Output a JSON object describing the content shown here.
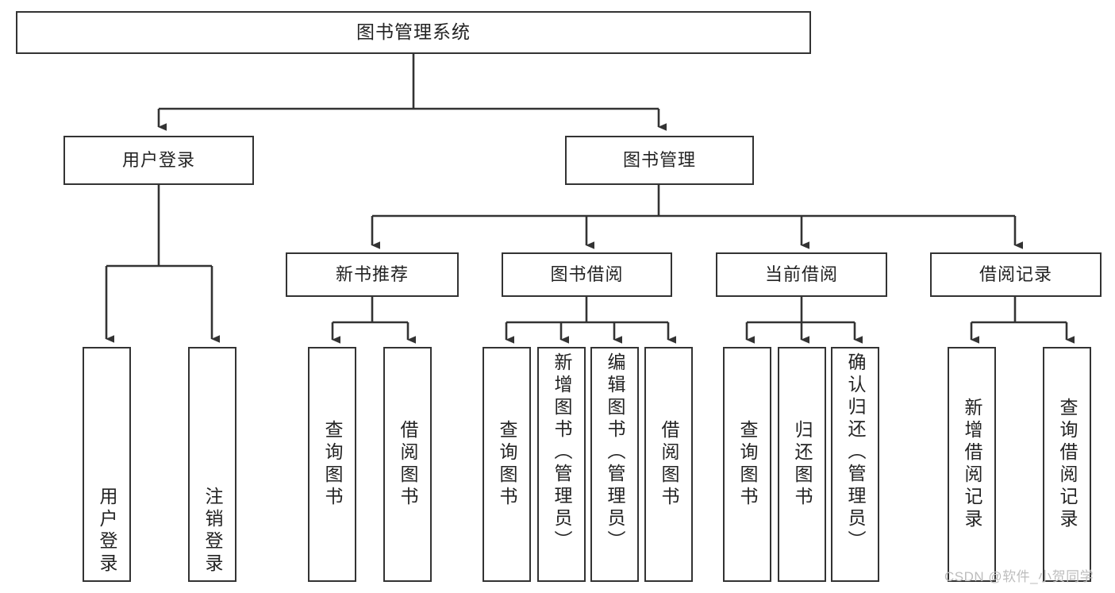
{
  "diagram": {
    "title": "图书管理系统",
    "type": "tree-hierarchy",
    "watermark": "CSDN @软件_小贺同学",
    "colors": {
      "box_border": "#333333",
      "box_fill": "#ffffff",
      "edge": "#333333",
      "text": "#232323",
      "watermark": "#bdbdbd",
      "background": "#ffffff"
    }
  },
  "nodes": {
    "root": {
      "label": "图书管理系统"
    },
    "level1": [
      {
        "id": "user-login",
        "label": "用户登录"
      },
      {
        "id": "book-manage",
        "label": "图书管理"
      }
    ],
    "level2": [
      {
        "id": "new-book-rec",
        "label": "新书推荐"
      },
      {
        "id": "book-borrow",
        "label": "图书借阅"
      },
      {
        "id": "current-borrow",
        "label": "当前借阅"
      },
      {
        "id": "borrow-record",
        "label": "借阅记录"
      }
    ],
    "leaves": {
      "user_login": [
        {
          "id": "leaf-user-login",
          "label": "用户登录"
        },
        {
          "id": "leaf-logout",
          "label": "注销登录"
        }
      ],
      "new_book_rec": [
        {
          "id": "leaf-query-book-1",
          "label": "查询图书"
        },
        {
          "id": "leaf-borrow-book-1",
          "label": "借阅图书"
        }
      ],
      "book_borrow": [
        {
          "id": "leaf-query-book-2",
          "label": "查询图书"
        },
        {
          "id": "leaf-add-book",
          "label": "新增图书（管理员）"
        },
        {
          "id": "leaf-edit-book",
          "label": "编辑图书（管理员）"
        },
        {
          "id": "leaf-borrow-book-2",
          "label": "借阅图书"
        }
      ],
      "current_borrow": [
        {
          "id": "leaf-query-book-3",
          "label": "查询图书"
        },
        {
          "id": "leaf-return-book",
          "label": "归还图书"
        },
        {
          "id": "leaf-confirm-return",
          "label": "确认归还（管理员）"
        }
      ],
      "borrow_record": [
        {
          "id": "leaf-add-record",
          "label": "新增借阅记录"
        },
        {
          "id": "leaf-query-record",
          "label": "查询借阅记录"
        }
      ]
    }
  }
}
